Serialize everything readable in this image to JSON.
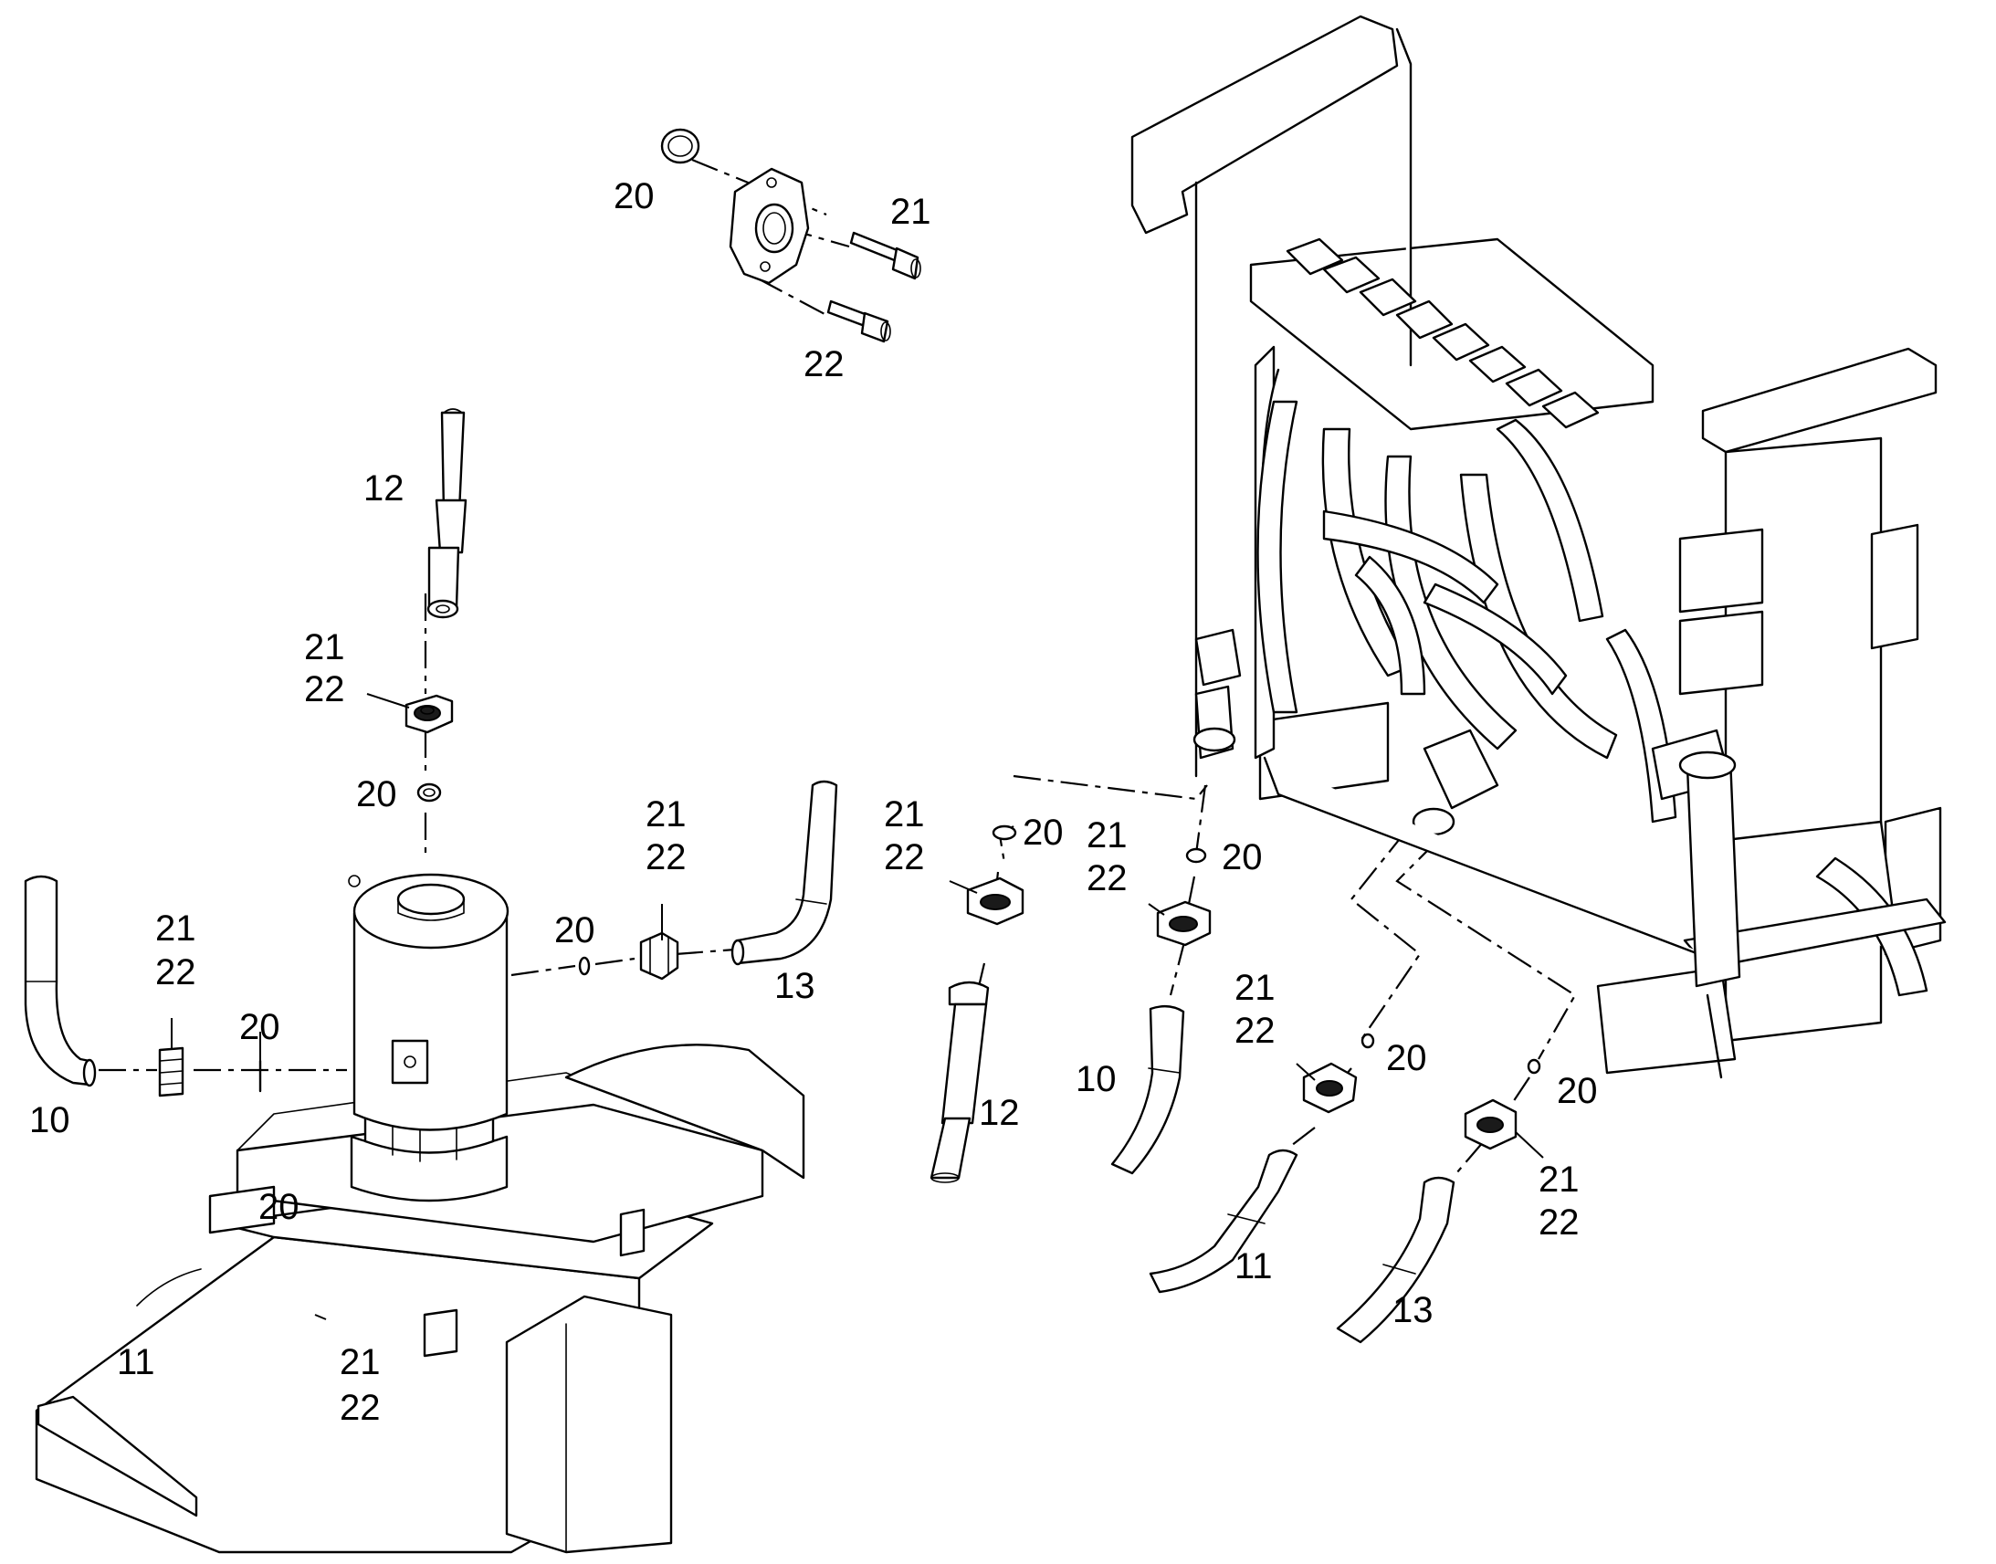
{
  "callouts": [
    {
      "id": "c1",
      "text": "20"
    },
    {
      "id": "c2",
      "text": "21"
    },
    {
      "id": "c3",
      "text": "22"
    },
    {
      "id": "c4",
      "text": "12"
    },
    {
      "id": "c5",
      "text": "21"
    },
    {
      "id": "c6",
      "text": "22"
    },
    {
      "id": "c7",
      "text": "20"
    },
    {
      "id": "c8",
      "text": "21"
    },
    {
      "id": "c9",
      "text": "22"
    },
    {
      "id": "c10",
      "text": "20"
    },
    {
      "id": "c11",
      "text": "13"
    },
    {
      "id": "c12",
      "text": "21"
    },
    {
      "id": "c13",
      "text": "22"
    },
    {
      "id": "c14",
      "text": "20"
    },
    {
      "id": "c15",
      "text": "10"
    },
    {
      "id": "c16",
      "text": "20"
    },
    {
      "id": "c17",
      "text": "11"
    },
    {
      "id": "c18",
      "text": "21"
    },
    {
      "id": "c19",
      "text": "22"
    },
    {
      "id": "c20",
      "text": "21"
    },
    {
      "id": "c21",
      "text": "22"
    },
    {
      "id": "c22",
      "text": "20"
    },
    {
      "id": "c23",
      "text": "12"
    },
    {
      "id": "c24",
      "text": "21"
    },
    {
      "id": "c25",
      "text": "22"
    },
    {
      "id": "c26",
      "text": "20"
    },
    {
      "id": "c27",
      "text": "10"
    },
    {
      "id": "c28",
      "text": "21"
    },
    {
      "id": "c29",
      "text": "22"
    },
    {
      "id": "c30",
      "text": "20"
    },
    {
      "id": "c31",
      "text": "11"
    },
    {
      "id": "c32",
      "text": "20"
    },
    {
      "id": "c33",
      "text": "21"
    },
    {
      "id": "c34",
      "text": "22"
    },
    {
      "id": "c35",
      "text": "13"
    }
  ]
}
